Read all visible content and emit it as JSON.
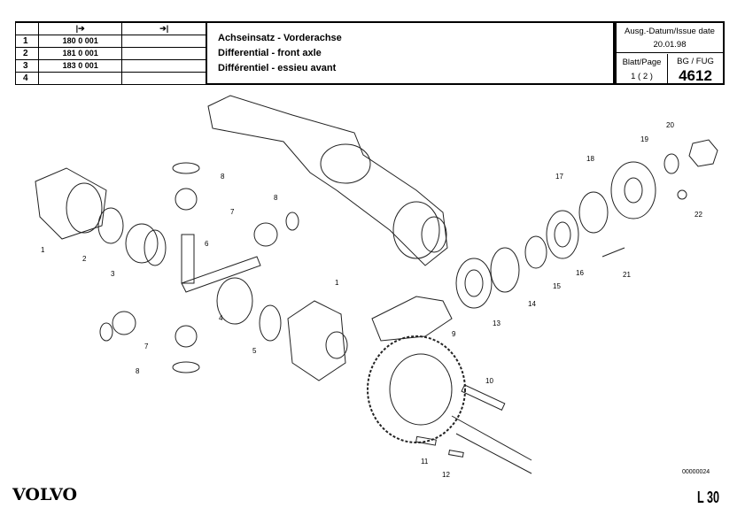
{
  "header": {
    "col_from_icon": "arrow-right-from-bar-icon",
    "col_to_icon": "arrow-right-to-bar-icon",
    "rows": [
      {
        "num": "1",
        "from": "180 0 001",
        "to": ""
      },
      {
        "num": "2",
        "from": "181 0 001",
        "to": ""
      },
      {
        "num": "3",
        "from": "183 0 001",
        "to": ""
      },
      {
        "num": "4",
        "from": "",
        "to": ""
      }
    ],
    "title_de": "Achseinsatz - Vorderachse",
    "title_en": "Differential - front axle",
    "title_fr": "Différentiel - essieu avant",
    "issue_label": "Ausg.-Datum/Issue date",
    "issue_date": "20.01.98",
    "page_label": "Blatt/Page",
    "page_value": "1 ( 2 )",
    "group_label": "BG / FUG",
    "group_value": "4612"
  },
  "callouts": [
    "1",
    "2",
    "3",
    "1",
    "4",
    "5",
    "6",
    "7",
    "8",
    "8",
    "7",
    "8",
    "9",
    "10",
    "11",
    "12",
    "13",
    "14",
    "15",
    "16",
    "17",
    "18",
    "19",
    "20",
    "21",
    "22"
  ],
  "drawing_code": "00000024",
  "footer": {
    "brand": "VOLVO",
    "model": "L 30"
  }
}
